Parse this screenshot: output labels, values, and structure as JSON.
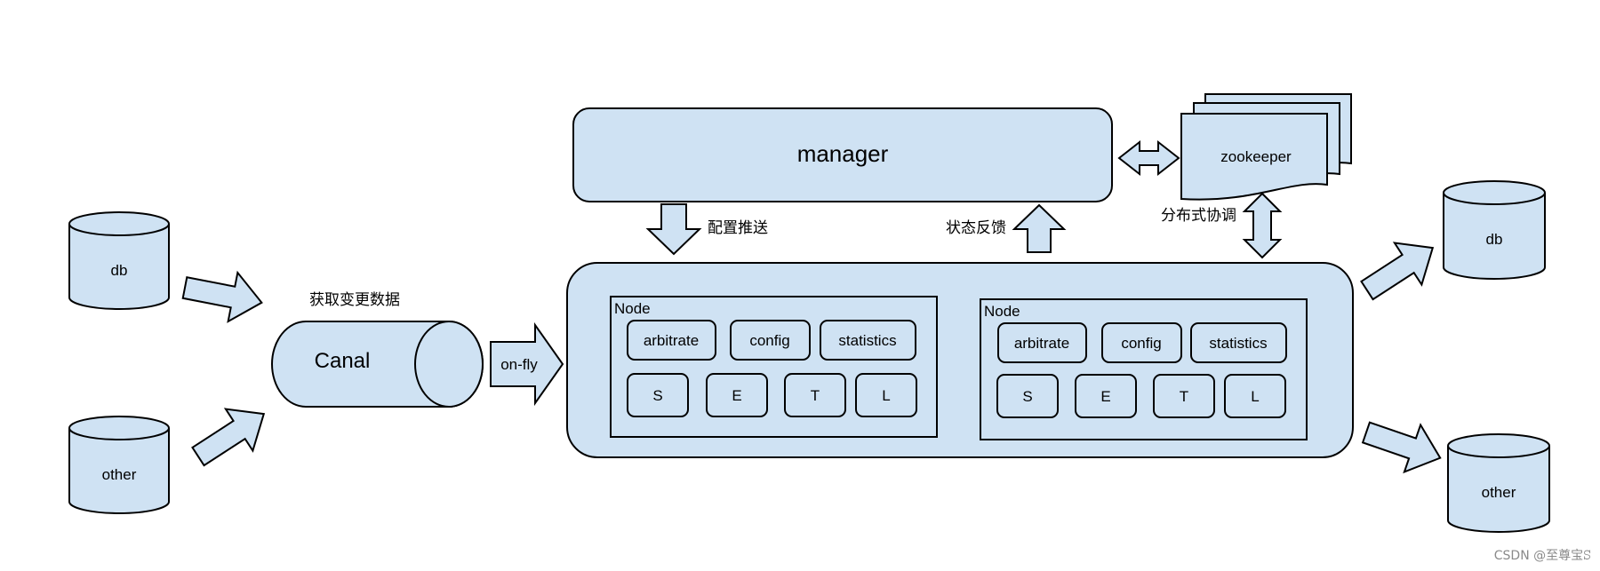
{
  "sources": {
    "db": "db",
    "other": "other",
    "capture_label": "获取变更数据"
  },
  "canal": {
    "label": "Canal",
    "output_label": "on-fly"
  },
  "manager": {
    "label": "manager",
    "push_label": "配置推送",
    "feedback_label": "状态反馈"
  },
  "zookeeper": {
    "label": "zookeeper",
    "coord_label": "分布式协调"
  },
  "nodes": [
    {
      "title": "Node",
      "modules": [
        "arbitrate",
        "config",
        "statistics"
      ],
      "stages": [
        "S",
        "E",
        "T",
        "L"
      ]
    },
    {
      "title": "Node",
      "modules": [
        "arbitrate",
        "config",
        "statistics"
      ],
      "stages": [
        "S",
        "E",
        "T",
        "L"
      ]
    }
  ],
  "targets": {
    "db": "db",
    "other": "other"
  },
  "watermark": "CSDN @至尊宝ꕶ",
  "colors": {
    "fill": "#cfe2f3",
    "stroke": "#000000",
    "background": "#ffffff"
  }
}
